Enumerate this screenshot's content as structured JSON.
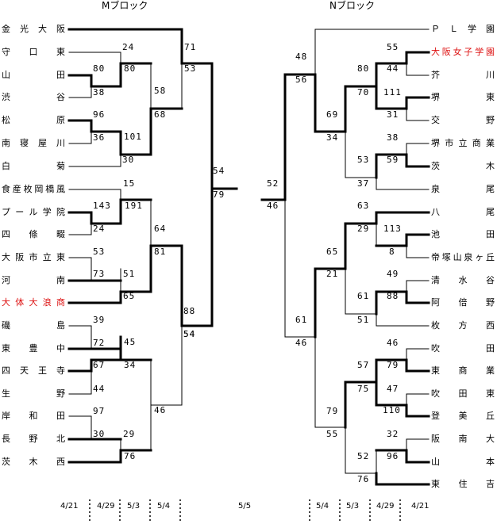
{
  "blocks": {
    "left_title": "Mブロック",
    "right_title": "Nブロック"
  },
  "left_teams": [
    {
      "name": "金光大阪",
      "red": false
    },
    {
      "name": "守口東",
      "red": false
    },
    {
      "name": "山田",
      "red": false
    },
    {
      "name": "渋谷",
      "red": false
    },
    {
      "name": "松原",
      "red": false
    },
    {
      "name": "南寝屋川",
      "red": false
    },
    {
      "name": "白菊",
      "red": false
    },
    {
      "name": "食産枚岡橋風",
      "red": false
    },
    {
      "name": "プール学院",
      "red": false
    },
    {
      "name": "四條畷",
      "red": false
    },
    {
      "name": "大阪市立東",
      "red": false
    },
    {
      "name": "河南",
      "red": false
    },
    {
      "name": "大体大浪商",
      "red": true
    },
    {
      "name": "磯島",
      "red": false
    },
    {
      "name": "東豊中",
      "red": false
    },
    {
      "name": "四天王寺",
      "red": false
    },
    {
      "name": "生野",
      "red": false
    },
    {
      "name": "岸和田",
      "red": false
    },
    {
      "name": "長野北",
      "red": false
    },
    {
      "name": "茨木西",
      "red": false
    }
  ],
  "right_teams": [
    {
      "name": "ＰＬ学園",
      "red": false
    },
    {
      "name": "大阪女子学園",
      "red": true
    },
    {
      "name": "芥川",
      "red": false
    },
    {
      "name": "堺東",
      "red": false
    },
    {
      "name": "交野",
      "red": false
    },
    {
      "name": "堺市立商業",
      "red": false
    },
    {
      "name": "茨木",
      "red": false
    },
    {
      "name": "泉尾",
      "red": false
    },
    {
      "name": "八尾",
      "red": false
    },
    {
      "name": "池田",
      "red": false
    },
    {
      "name": "帝塚山泉ヶ丘",
      "red": false
    },
    {
      "name": "清水谷",
      "red": false
    },
    {
      "name": "阿倍野",
      "red": false
    },
    {
      "name": "枚方西",
      "red": false
    },
    {
      "name": "吹田",
      "red": false
    },
    {
      "name": "東商業",
      "red": false
    },
    {
      "name": "吹田東",
      "red": false
    },
    {
      "name": "登美丘",
      "red": false
    },
    {
      "name": "阪南大",
      "red": false
    },
    {
      "name": "山本",
      "red": false
    },
    {
      "name": "東住吉",
      "red": false
    }
  ],
  "scores": {
    "l_r1": [
      "24",
      "80",
      "38",
      "96",
      "36",
      "101",
      "30",
      "15",
      "143",
      "191",
      "24",
      "53",
      "73",
      "51",
      "65",
      "39",
      "72",
      "45",
      "67",
      "34",
      "44",
      "97",
      "30",
      "29",
      "76"
    ],
    "l_r2": [
      "80",
      "58",
      "68",
      "64",
      "81",
      "54",
      "46"
    ],
    "l_r3": [
      "71",
      "53",
      "88",
      "54"
    ],
    "l_final": [
      "54",
      "79"
    ],
    "r_final": [
      "52",
      "46"
    ],
    "r_r3": [
      "48",
      "56",
      "61",
      "46"
    ],
    "r_r2": [
      "69",
      "34",
      "65",
      "21",
      "79",
      "55"
    ],
    "r_r1": [
      "55",
      "80",
      "44",
      "70",
      "111",
      "31",
      "38",
      "53",
      "59",
      "37",
      "63",
      "29",
      "113",
      "8",
      "49",
      "61",
      "88",
      "51",
      "46",
      "57",
      "79",
      "75",
      "47",
      "110",
      "32",
      "52",
      "96",
      "76"
    ]
  },
  "dates": {
    "left": [
      "4/21",
      "4/29",
      "5/3",
      "5/4"
    ],
    "center": "5/5",
    "right": [
      "5/4",
      "5/3",
      "4/29",
      "4/21"
    ]
  }
}
